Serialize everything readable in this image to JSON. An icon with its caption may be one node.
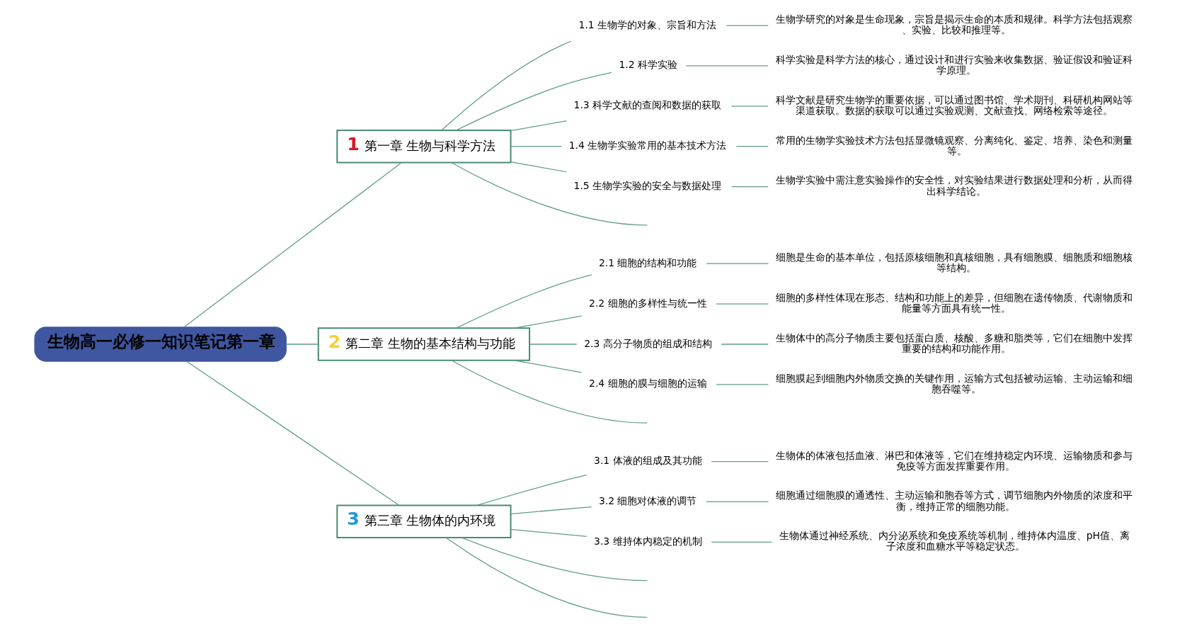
{
  "diagram": {
    "nodes": [
      {
        "text": [
          "生物高一必修一知识笔记第一章"
        ]
      },
      {
        "text": [
          "1",
          "第一章 生物与科学方法"
        ]
      },
      {
        "text": [
          "1.1 生物学的对象、宗旨和方法"
        ]
      },
      {
        "text": [
          "生物学研究的对象是生命现象，宗旨是揭示生命的本质和规律。科学方法包括观察、实验、比较和推理等。"
        ]
      },
      {
        "text": [
          "1.2 科学实验"
        ]
      },
      {
        "text": [
          "科学实验是科学方法的核心，通过设计和进行实验来收集数据、验证假设和验证科学原理。"
        ]
      },
      {
        "text": [
          "1.3 科学文献的查阅和数据的获取"
        ]
      },
      {
        "text": [
          "科学文献是研究生物学的重要依据，可以通过图书馆、学术期刊、科研机构网站等渠道获取。数据的获取可以通过实验观测、文献查找、网络检索等途径。"
        ]
      },
      {
        "text": [
          "1.4 生物学实验常用的基本技术方法"
        ]
      },
      {
        "text": [
          "常用的生物学实验技术方法包括显微镜观察、分离纯化、鉴定、培养、染色和测量等。"
        ]
      },
      {
        "text": [
          "1.5 生物学实验的安全与数据处理"
        ]
      },
      {
        "text": [
          "生物学实验中需注意实验操作的安全性，对实验结果进行数据处理和分析，从而得出科学结论。"
        ]
      },
      {
        "text": [
          "2",
          "第二章 生物的基本结构与功能"
        ]
      },
      {
        "text": [
          "2.1 细胞的结构和功能"
        ]
      },
      {
        "text": [
          "细胞是生命的基本单位，包括原核细胞和真核细胞，具有细胞膜、细胞质和细胞核等结构。"
        ]
      },
      {
        "text": [
          "2.2 细胞的多样性与统一性"
        ]
      },
      {
        "text": [
          "细胞的多样性体现在形态、结构和功能上的差异，但细胞在遗传物质、代谢物质和能量等方面具有统一性。"
        ]
      },
      {
        "text": [
          "2.3 高分子物质的组成和结构"
        ]
      },
      {
        "text": [
          "生物体中的高分子物质主要包括蛋白质、核酸、多糖和脂类等，它们在细胞中发挥重要的结构和功能作用。"
        ]
      },
      {
        "text": [
          "2.4 细胞的膜与细胞的运输"
        ]
      },
      {
        "text": [
          "细胞膜起到细胞内外物质交换的关键作用，运输方式包括被动运输、主动运输和细胞吞噬等。"
        ]
      },
      {
        "text": [
          "3",
          "第三章 生物体的内环境"
        ]
      },
      {
        "text": [
          "3.1 体液的组成及其功能"
        ]
      },
      {
        "text": [
          "生物体的体液包括血液、淋巴和体液等，它们在维持稳定内环境、运输物质和参与免疫等方面发挥重要作用。"
        ]
      },
      {
        "text": [
          "3.2 细胞对体液的调节"
        ]
      },
      {
        "text": [
          "细胞通过细胞膜的通透性、主动运输和胞吞等方式，调节细胞内外物质的浓度和平衡，维持正常的细胞功能。"
        ]
      },
      {
        "text": [
          "3.3 维持体内稳定的机制"
        ]
      },
      {
        "text": [
          "生物体通过神经系统、内分泌系统和免疫系统等机制，维持体内温度、pH值、离子浓度和血糖水平等稳定状态。"
        ]
      }
    ],
    "edges": [
      {
        "from": 0,
        "to": 1,
        "arrow": "none"
      },
      {
        "from": 1,
        "to": 2,
        "arrow": "none"
      },
      {
        "from": 2,
        "to": 3,
        "arrow": "none"
      },
      {
        "from": 1,
        "to": 4,
        "arrow": "none"
      },
      {
        "from": 4,
        "to": 5,
        "arrow": "none"
      },
      {
        "from": 1,
        "to": 6,
        "arrow": "none"
      },
      {
        "from": 6,
        "to": 7,
        "arrow": "none"
      },
      {
        "from": 1,
        "to": 8,
        "arrow": "none"
      },
      {
        "from": 8,
        "to": 9,
        "arrow": "none"
      },
      {
        "from": 1,
        "to": 10,
        "arrow": "none"
      },
      {
        "from": 10,
        "to": 11,
        "arrow": "none"
      },
      {
        "from": 1,
        "to": null,
        "arrow": "none"
      },
      {
        "from": 0,
        "to": 12,
        "arrow": "none"
      },
      {
        "from": 12,
        "to": 13,
        "arrow": "none"
      },
      {
        "from": 13,
        "to": 14,
        "arrow": "none"
      },
      {
        "from": 12,
        "to": 15,
        "arrow": "none"
      },
      {
        "from": 15,
        "to": 16,
        "arrow": "none"
      },
      {
        "from": 12,
        "to": 17,
        "arrow": "none"
      },
      {
        "from": 17,
        "to": 18,
        "arrow": "none"
      },
      {
        "from": 12,
        "to": 19,
        "arrow": "none"
      },
      {
        "from": 19,
        "to": 20,
        "arrow": "none"
      },
      {
        "from": 12,
        "to": null,
        "arrow": "none"
      },
      {
        "from": 0,
        "to": 21,
        "arrow": "none"
      },
      {
        "from": 21,
        "to": 22,
        "arrow": "none"
      },
      {
        "from": 22,
        "to": 23,
        "arrow": "none"
      },
      {
        "from": 21,
        "to": 24,
        "arrow": "none"
      },
      {
        "from": 24,
        "to": 25,
        "arrow": "none"
      },
      {
        "from": 21,
        "to": 26,
        "arrow": "none"
      },
      {
        "from": 26,
        "to": 27,
        "arrow": "none"
      },
      {
        "from": 21,
        "to": null,
        "arrow": "none"
      },
      {
        "from": 21,
        "to": null,
        "arrow": "none"
      }
    ]
  }
}
